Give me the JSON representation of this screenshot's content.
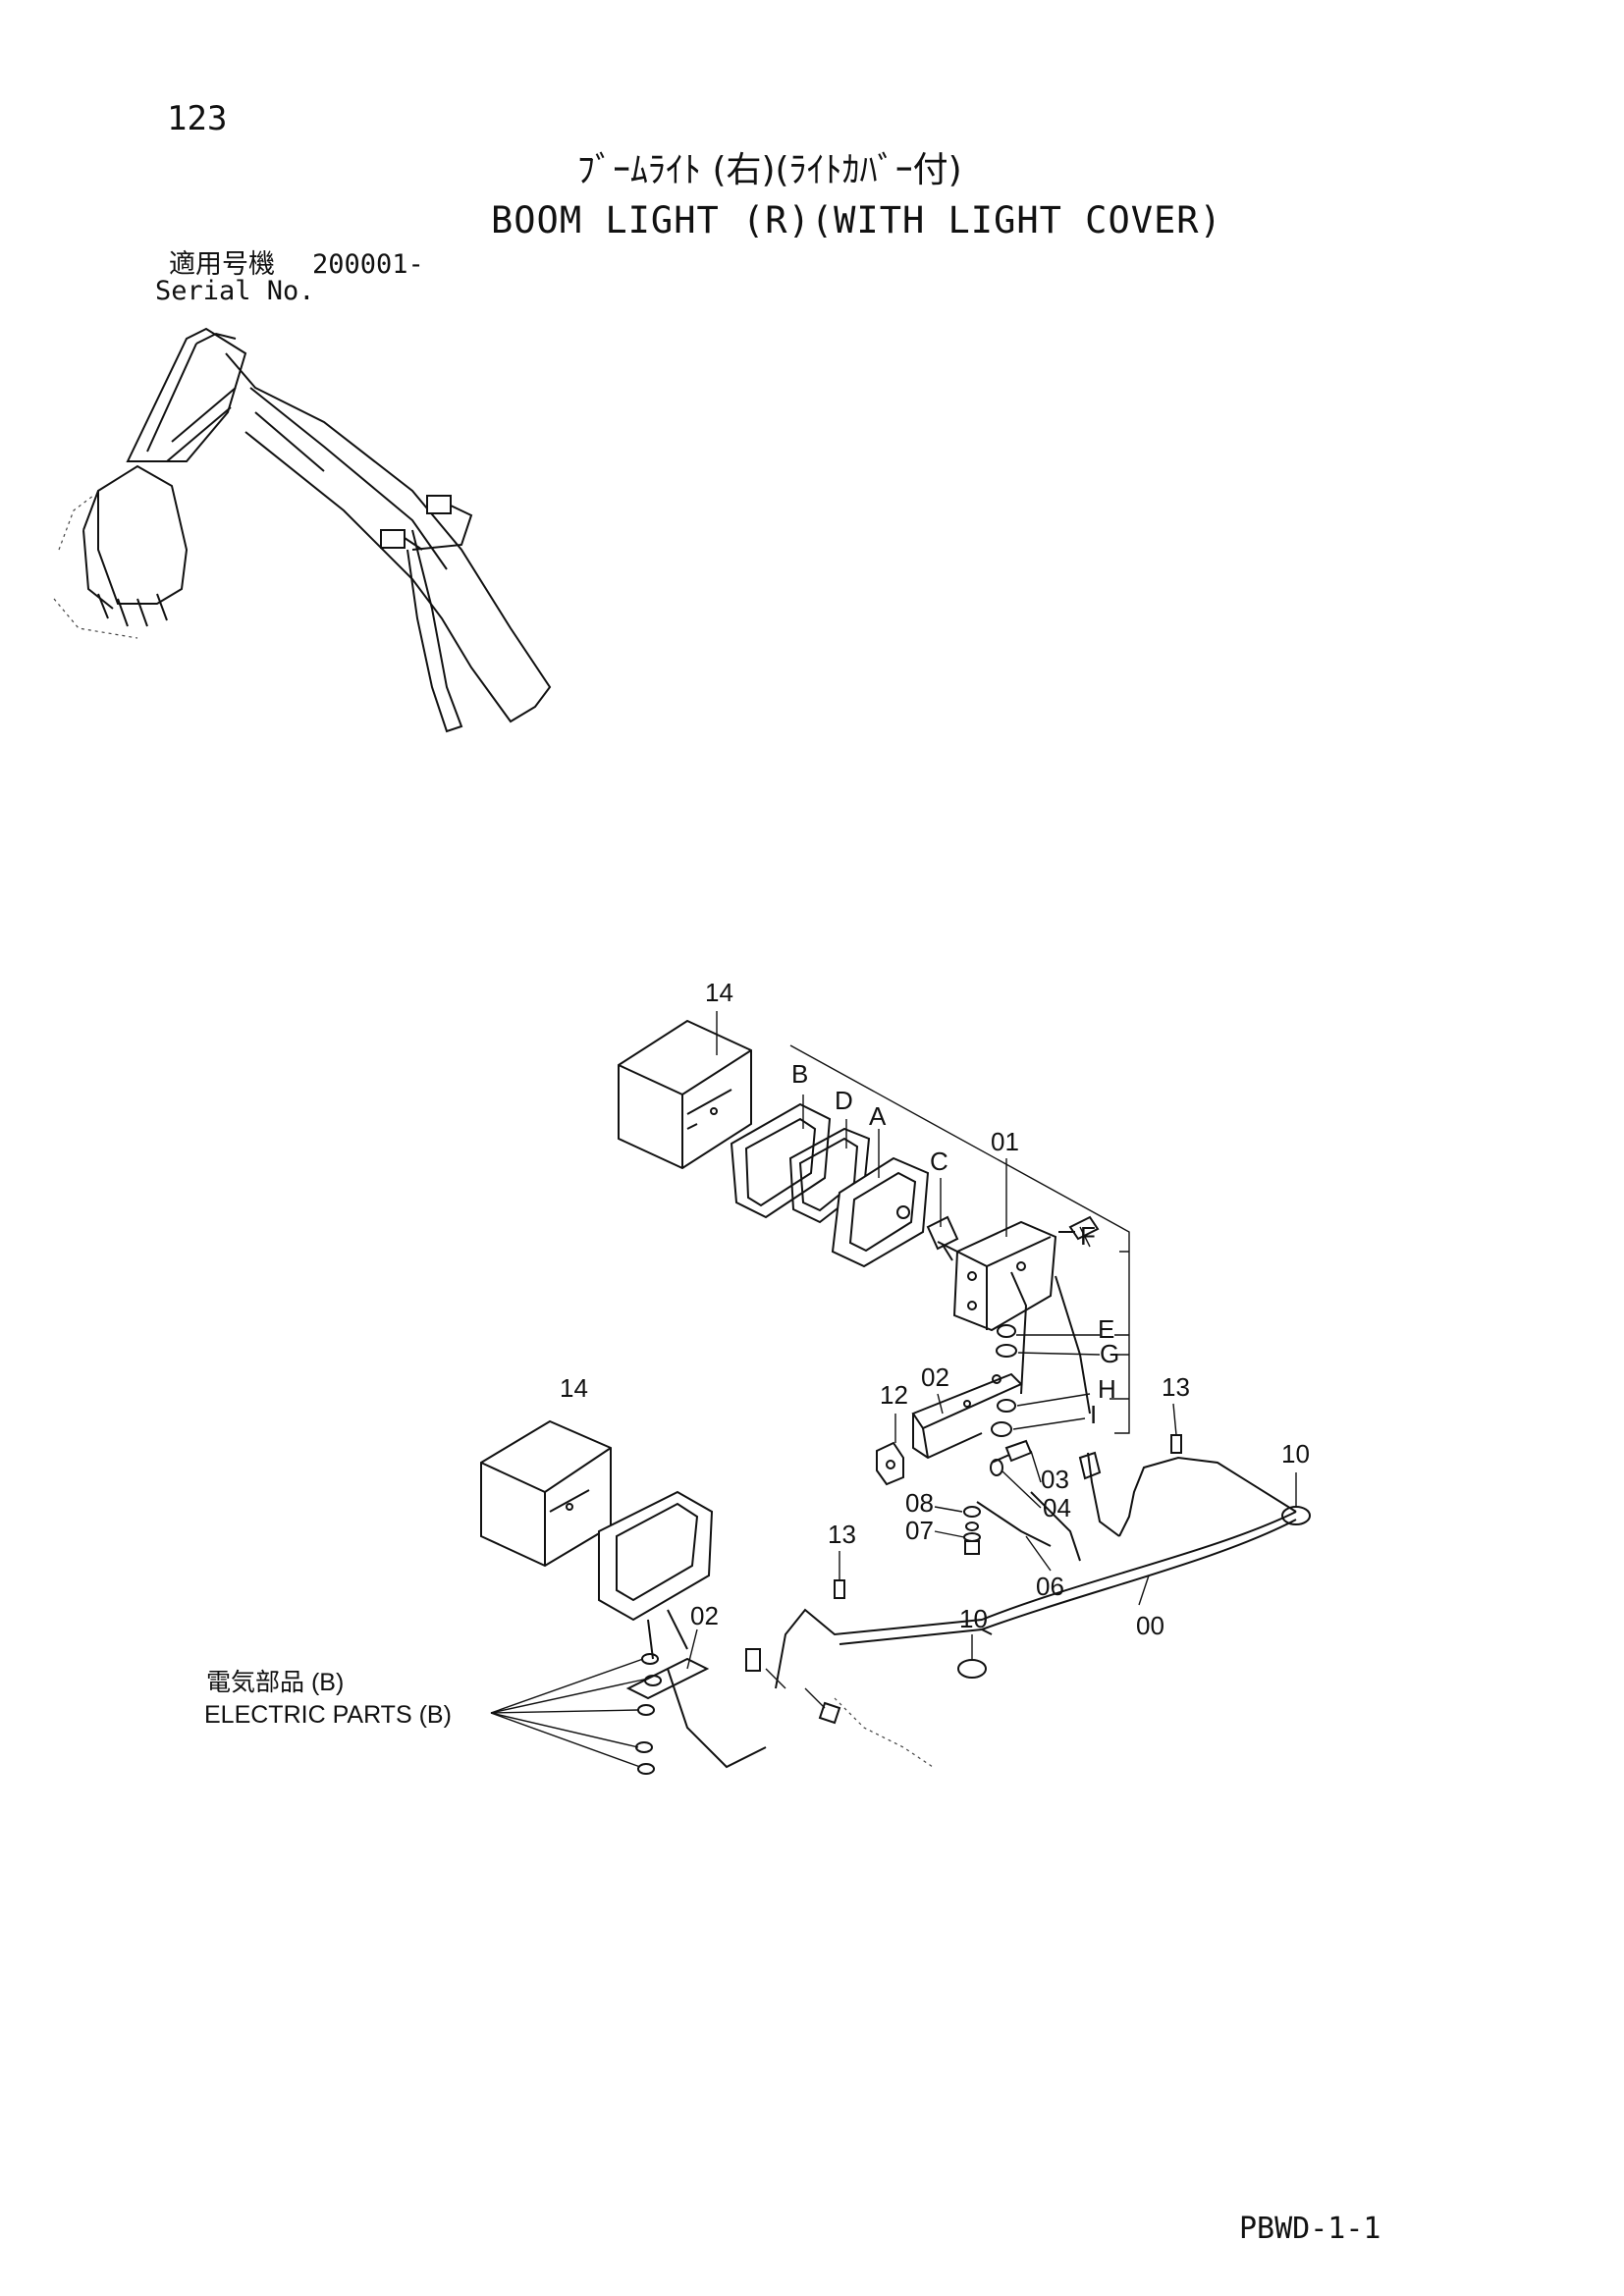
{
  "header": {
    "page_number": "123",
    "title_jp": "ﾌﾞｰﾑﾗｲﾄ (右)(ﾗｲﾄｶﾊﾞｰ付)",
    "title_en": "BOOM LIGHT (R)(WITH LIGHT COVER)",
    "serial_label_jp": "適用号機",
    "serial_value": "200001-",
    "serial_label_en": "Serial No."
  },
  "diagram": {
    "callouts": {
      "c14a": "14",
      "cB": "B",
      "cD": "D",
      "cA": "A",
      "cC": "C",
      "c01": "01",
      "cF": "F",
      "cE": "E",
      "cG": "G",
      "cH": "H",
      "cI": "I",
      "c12": "12",
      "c02a": "02",
      "c13a": "13",
      "c10a": "10",
      "c03": "03",
      "c04": "04",
      "c08": "08",
      "c07": "07",
      "c06": "06",
      "c14b": "14",
      "c13b": "13",
      "c10b": "10",
      "c02b": "02",
      "c00": "00"
    },
    "electric_parts_jp": "電気部品 (B)",
    "electric_parts_en": "ELECTRIC PARTS (B)"
  },
  "footer": {
    "code": "PBWD-1-1"
  }
}
